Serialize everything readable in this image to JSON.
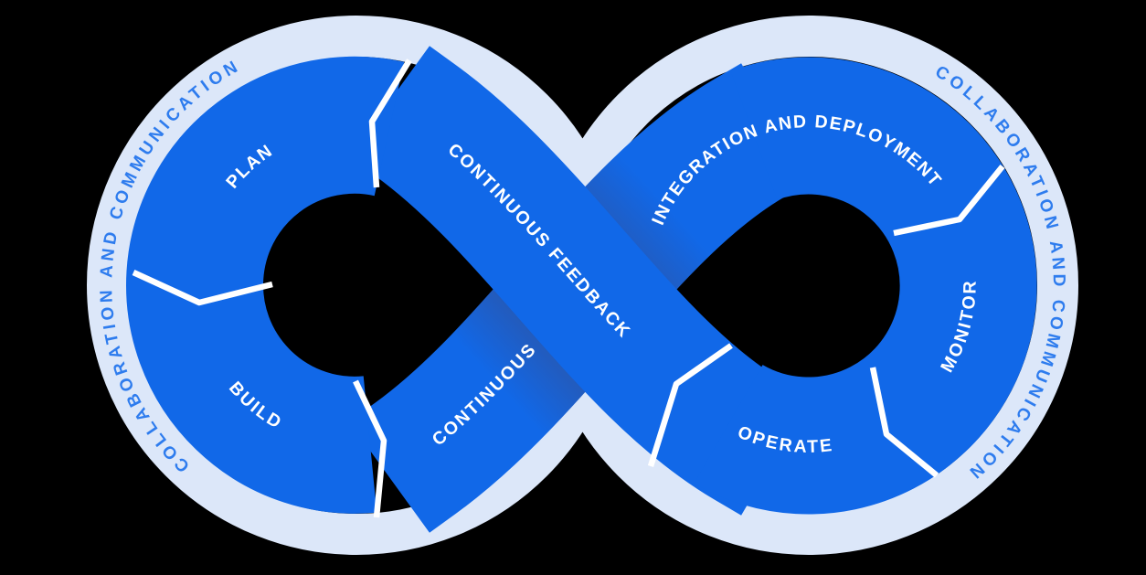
{
  "diagram": {
    "type": "devops-infinity-loop",
    "stages": {
      "plan": "PLAN",
      "build": "BUILD",
      "continuous": "CONTINUOUS",
      "integration_deployment": "INTEGRATION AND DEPLOYMENT",
      "monitor": "MONITOR",
      "operate": "OPERATE",
      "continuous_feedback": "CONTINUOUS FEEDBACK"
    },
    "outer_ring": {
      "left_label": "COLLABORATION AND COMMUNICATION",
      "right_label": "COLLABORATION AND COMMUNICATION"
    },
    "colors": {
      "loop_blue": "#1168e8",
      "crossing_shadow_blue": "#2b55a8",
      "outer_ring_light": "#dce7f9",
      "outer_ring_text": "#2e7cee",
      "divider_white": "#ffffff",
      "label_text": "#ffffff",
      "background": "#000000"
    }
  }
}
